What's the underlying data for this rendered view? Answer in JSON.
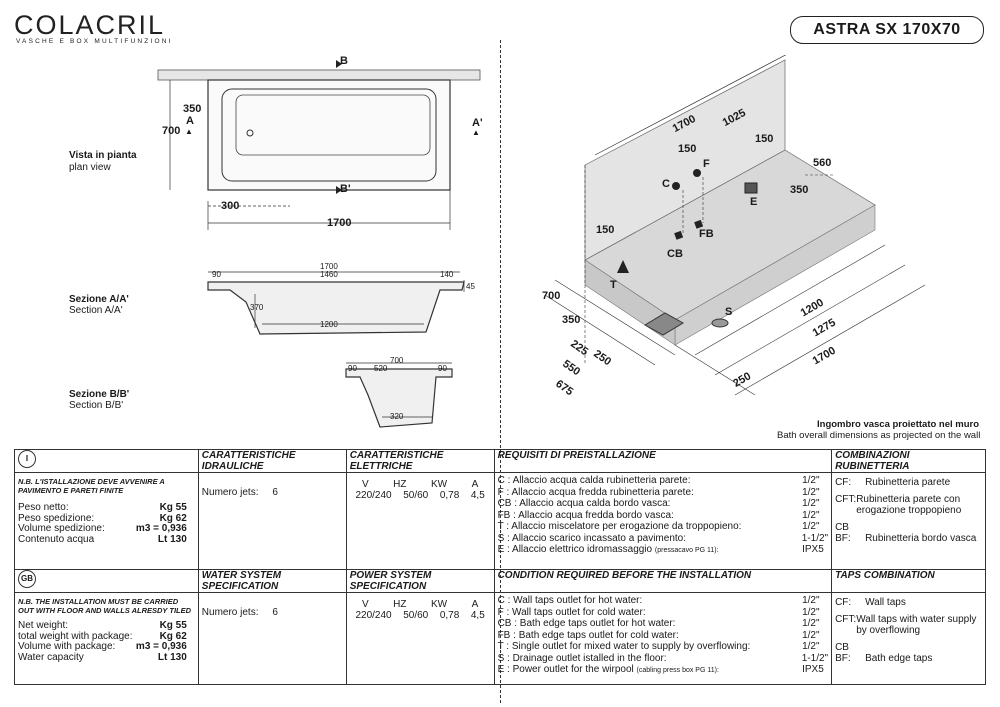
{
  "header": {
    "brand": "COLACRIL",
    "brand_sub": "VASCHE E BOX MULTIFUNZIONI",
    "model": "ASTRA SX 170X70"
  },
  "plan": {
    "label_it": "Vista in pianta",
    "label_en": "plan view",
    "dim_width": "700",
    "dim_350": "350",
    "dim_300": "300",
    "dim_length": "1700",
    "mark_A": "A",
    "mark_A2": "A'",
    "mark_B": "B",
    "mark_B2": "B'"
  },
  "section_aa": {
    "label_it": "Sezione A/A'",
    "label_en": "Section A/A'",
    "dim_total": "1700",
    "dim_left": "90",
    "dim_mid": "1460",
    "dim_right": "140",
    "dim_depth": "370",
    "dim_bottom": "1200",
    "dim_edge": "45"
  },
  "section_bb": {
    "label_it": "Sezione B/B'",
    "label_en": "Section B/B'",
    "dim_total": "700",
    "dim_left": "90",
    "dim_mid": "520",
    "dim_right": "90",
    "dim_bottom": "320"
  },
  "iso": {
    "d1700_top": "1700",
    "d1025": "1025",
    "d150_a": "150",
    "d150_b": "150",
    "d560": "560",
    "d350_r": "350",
    "d150_l": "150",
    "d700": "700",
    "d350_l": "350",
    "d225": "225",
    "d250_a": "250",
    "d550": "550",
    "d675": "675",
    "d250_b": "250",
    "d1200": "1200",
    "d1275": "1275",
    "d1700_bot": "1700",
    "m_C": "C",
    "m_F": "F",
    "m_E": "E",
    "m_CB": "CB",
    "m_FB": "FB",
    "m_T": "T",
    "m_S": "S",
    "caption_it": "Ingombro vasca proiettato nel muro",
    "caption_en": "Bath overall dimensions as projected on the wall"
  },
  "table": {
    "it": {
      "badge": "I",
      "h_hydraulic": "CARATTERISTICHE IDRAULICHE",
      "h_electric": "CARATTERISTICHE ELETTRICHE",
      "h_requirements": "REQUISITI DI PREISTALLAZIONE",
      "h_combo": "COMBINAZIONI RUBINETTERIA",
      "nb": "N.B. L'ISTALLAZIONE DEVE AVVENIRE A PAVIMENTO E PARETI FINITE",
      "weights": [
        {
          "k": "Peso netto:",
          "v": "Kg 55"
        },
        {
          "k": "Peso spedizione:",
          "v": "Kg 62"
        },
        {
          "k": "Volume spedizione:",
          "v": "m3 = 0,936"
        },
        {
          "k": "Contenuto acqua",
          "v": "Lt 130"
        }
      ],
      "jets_label": "Numero jets:",
      "jets_value": "6",
      "elec_head": [
        "V",
        "HZ",
        "KW",
        "A"
      ],
      "elec_vals": [
        "220/240",
        "50/60",
        "0,78",
        "4,5"
      ],
      "requirements": [
        {
          "t": "C : Allaccio acqua calda rubinetteria parete:",
          "v": "1/2\""
        },
        {
          "t": "F : Allaccio acqua fredda rubinetteria parete:",
          "v": "1/2\""
        },
        {
          "t": "CB : Allaccio acqua calda bordo vasca:",
          "v": "1/2\""
        },
        {
          "t": "FB : Allaccio acqua fredda bordo vasca:",
          "v": "1/2\""
        },
        {
          "t": "T : Allaccio miscelatore per erogazione da troppopieno:",
          "v": "1/2\""
        },
        {
          "t": "S : Allaccio scarico incassato a pavimento:",
          "v": "1-1/2\""
        },
        {
          "t": "E : Allaccio elettrico idromassaggio",
          "note": "(pressacavo PG 11):",
          "v": "IPX5"
        }
      ],
      "combos": [
        {
          "k": "CF:",
          "v": "Rubinetteria parete"
        },
        {
          "k": "CFT:",
          "v": "Rubinetteria parete con erogazione troppopieno"
        },
        {
          "k": "CB BF:",
          "v": "Rubinetteria bordo vasca"
        }
      ]
    },
    "en": {
      "badge": "GB",
      "h_hydraulic": "WATER SYSTEM SPECIFICATION",
      "h_electric": "POWER SYSTEM SPECIFICATION",
      "h_requirements": "CONDITION REQUIRED BEFORE THE INSTALLATION",
      "h_combo": "TAPS COMBINATION",
      "nb": "N.B. THE INSTALLATION MUST BE CARRIED OUT WITH FLOOR AND WALLS ALRESDY TILED",
      "weights": [
        {
          "k": "Net weight:",
          "v": "Kg 55"
        },
        {
          "k": "total weight with package:",
          "v": "Kg 62"
        },
        {
          "k": "Volume with package:",
          "v": "m3 = 0,936"
        },
        {
          "k": "Water capacity",
          "v": "Lt 130"
        }
      ],
      "jets_label": "Numero jets:",
      "jets_value": "6",
      "elec_head": [
        "V",
        "HZ",
        "KW",
        "A"
      ],
      "elec_vals": [
        "220/240",
        "50/60",
        "0,78",
        "4,5"
      ],
      "requirements": [
        {
          "t": "C : Wall taps outlet for hot water:",
          "v": "1/2\""
        },
        {
          "t": "F : Wall taps outlet for cold water:",
          "v": "1/2\""
        },
        {
          "t": "CB : Bath edge taps outlet for hot water:",
          "v": "1/2\""
        },
        {
          "t": "FB : Bath edge taps outlet for cold water:",
          "v": "1/2\""
        },
        {
          "t": "T : Single outlet for mixed water to supply by overflowing:",
          "v": "1/2\""
        },
        {
          "t": "S : Drainage outlet istalled in the floor:",
          "v": "1-1/2\""
        },
        {
          "t": "E : Power outlet for the wirpool",
          "note": "(cabling press box PG 11):",
          "v": "IPX5"
        }
      ],
      "combos": [
        {
          "k": "CF:",
          "v": "Wall taps"
        },
        {
          "k": "CFT:",
          "v": "Wall taps with water supply by overflowing"
        },
        {
          "k": "CB BF:",
          "v": "Bath edge taps"
        }
      ]
    }
  }
}
